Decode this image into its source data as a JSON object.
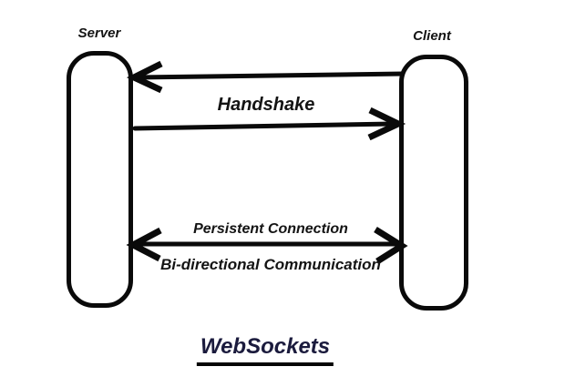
{
  "diagram": {
    "background_color": "#ffffff",
    "stroke_color": "#0a0a0a",
    "nodes": {
      "server": {
        "label": "Server"
      },
      "client": {
        "label": "Client"
      }
    },
    "arrows": [
      {
        "name": "handshake-request",
        "from": "client",
        "to": "server",
        "head_direction": "left"
      },
      {
        "name": "handshake-response",
        "from": "server",
        "to": "client",
        "head_direction": "right"
      },
      {
        "name": "persistent-connection",
        "from": "server",
        "to": "client",
        "head_direction": "both"
      }
    ],
    "labels": {
      "handshake": "Handshake",
      "persistent_connection": "Persistent Connection",
      "bidirectional_communication": "Bi-directional Communication"
    },
    "title": {
      "text": "WebSockets",
      "color": "#1b1b3d",
      "underlined": true
    }
  }
}
